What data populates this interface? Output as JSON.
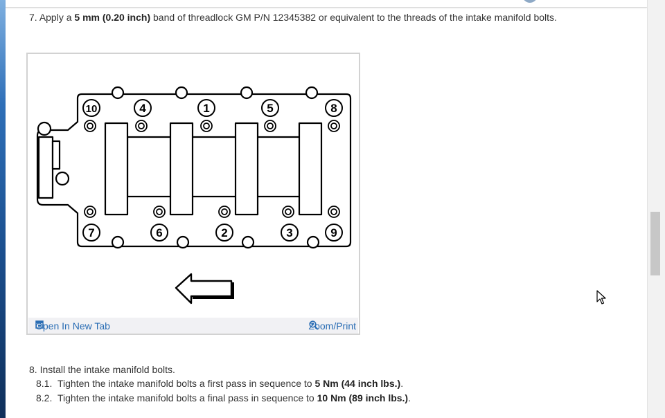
{
  "steps": {
    "step7": {
      "number": "7.",
      "text_a": "Apply a",
      "bold_a": "5 mm (0.20 inch)",
      "text_b": "band of threadlock GM P/N 12345382 or equivalent to the threads of the intake manifold bolts."
    },
    "step8": {
      "number": "8.",
      "text": "Install the intake manifold bolts."
    },
    "step8_1": {
      "number": "8.1.",
      "text": "Tighten the intake manifold bolts a first pass in sequence to",
      "bold": "5 Nm (44 inch lbs.)",
      "end": "."
    },
    "step8_2": {
      "number": "8.2.",
      "text": "Tighten the intake manifold bolts a final pass in sequence to",
      "bold": "10 Nm (89 inch lbs.)",
      "end": "."
    }
  },
  "figure": {
    "bolt_numbers": {
      "b1": "1",
      "b2": "2",
      "b3": "3",
      "b4": "4",
      "b5": "5",
      "b6": "6",
      "b7": "7",
      "b8": "8",
      "b9": "9",
      "b10": "10"
    },
    "open_in_new_tab": "Open In New Tab",
    "zoom_print": "Zoom/Print",
    "icons": {
      "open": "open-new-tab-icon",
      "zoom": "zoom-icon",
      "cursor": "mouse-cursor-icon"
    }
  },
  "colors": {
    "link": "#2a6db4",
    "text": "#333333",
    "window_edge": "#1f3d66"
  }
}
